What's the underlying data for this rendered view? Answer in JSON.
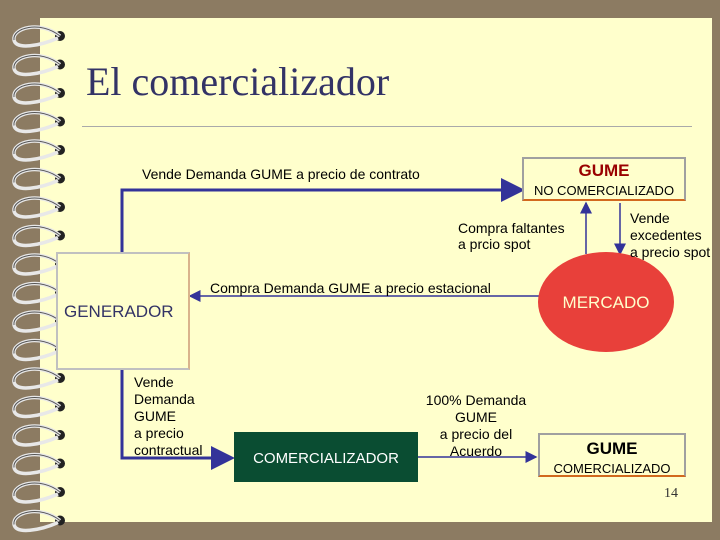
{
  "title": "El comercializador",
  "labels": {
    "vende_contrato": "Vende Demanda GUME a precio de contrato",
    "compra_faltantes": [
      "Compra faltantes",
      "a prcio spot"
    ],
    "vende_excedentes": [
      "Vende",
      "excedentes",
      "a precio spot"
    ],
    "compra_estacional": "Compra Demanda GUME a precio estacional",
    "vende_contractual": [
      "Vende",
      "Demanda",
      "GUME",
      "a precio",
      "contractual"
    ],
    "demanda_acuerdo": [
      "100% Demanda",
      "GUME",
      "a precio del",
      "Acuerdo"
    ]
  },
  "nodes": {
    "gume_no_comercializado": {
      "title": "GUME",
      "subtitle": "NO COMERCIALIZADO"
    },
    "generador": "GENERADOR",
    "mercado": "MERCADO",
    "comercializador": "COMERCIALIZADOR",
    "gume_comercializado": {
      "title": "GUME",
      "subtitle": "COMERCIALIZADO"
    }
  },
  "page_number": "14",
  "colors": {
    "slide_bg": "#ffffcc",
    "frame_bg": "#8c7b62",
    "title": "#333366",
    "mercado": "#e8403a",
    "comercializador": "#0a4d32",
    "arrow": "#333399",
    "gume_title": "#990000"
  }
}
